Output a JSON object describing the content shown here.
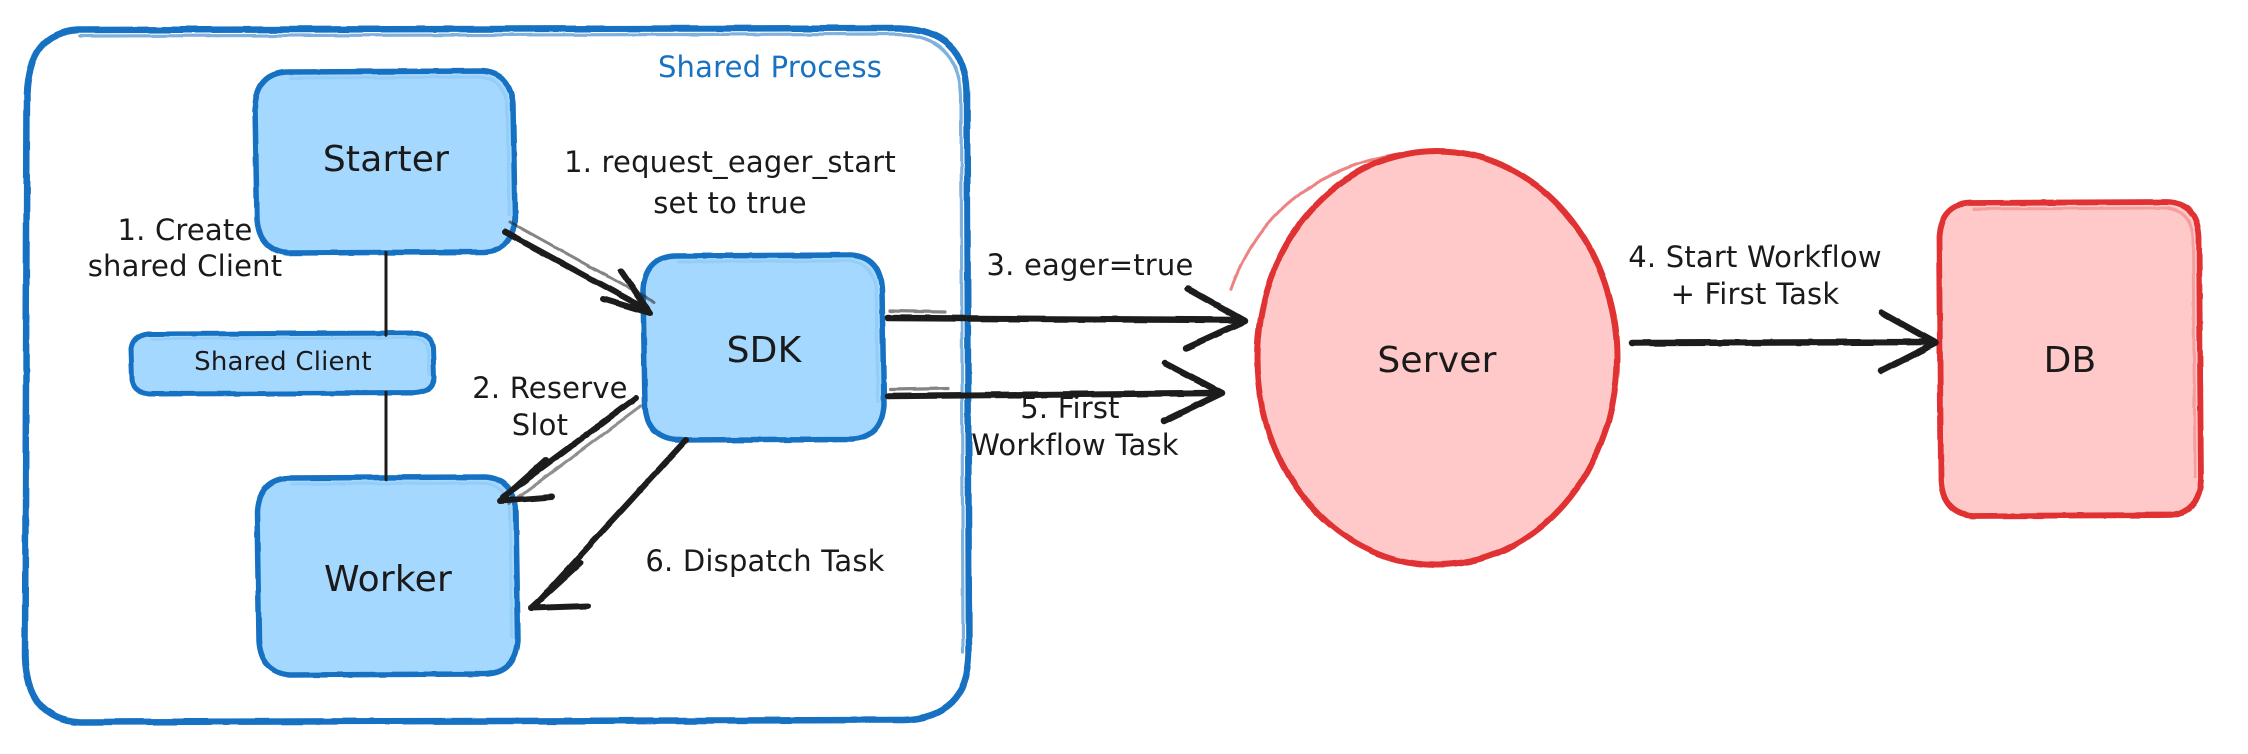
{
  "diagram": {
    "title": "Eager Workflow Start",
    "background": "#ffffff",
    "colors": {
      "blue_stroke": "#1971c2",
      "blue_fill": "#a5d8ff",
      "red_stroke": "#e03131",
      "red_fill": "#ffc9c9",
      "arrow": "#1e1e1e",
      "text": "#1a1a1a"
    }
  },
  "container": {
    "name": "shared-process",
    "title": "Shared Process",
    "stroke": "#1971c2"
  },
  "nodes": [
    {
      "id": "starter",
      "label": "Starter",
      "shape": "rounded-rect",
      "fill": "#a5d8ff",
      "stroke": "#1971c2"
    },
    {
      "id": "shared-client",
      "label": "Shared Client",
      "shape": "rounded-rect",
      "fill": "#a5d8ff",
      "stroke": "#1971c2"
    },
    {
      "id": "worker",
      "label": "Worker",
      "shape": "rounded-rect",
      "fill": "#a5d8ff",
      "stroke": "#1971c2"
    },
    {
      "id": "sdk",
      "label": "SDK",
      "shape": "rounded-rect",
      "fill": "#a5d8ff",
      "stroke": "#1971c2"
    },
    {
      "id": "server",
      "label": "Server",
      "shape": "ellipse",
      "fill": "#ffc9c9",
      "stroke": "#e03131"
    },
    {
      "id": "db",
      "label": "DB",
      "shape": "rounded-rect",
      "fill": "#ffc9c9",
      "stroke": "#e03131"
    }
  ],
  "edges": [
    {
      "id": "e-create",
      "from": "starter",
      "to": "worker",
      "label_line1": "1. Create",
      "label_line2": "shared Client",
      "arrow": false
    },
    {
      "id": "e-eager",
      "from": "starter",
      "to": "sdk",
      "label_line1": "1. request_eager_start",
      "label_line2": "set to true",
      "arrow": true
    },
    {
      "id": "e-reserve",
      "from": "sdk",
      "to": "worker",
      "label_line1": "2. Reserve",
      "label_line2": "Slot",
      "arrow": true
    },
    {
      "id": "e-eagertrue",
      "from": "sdk",
      "to": "server",
      "label_line1": "3. eager=true",
      "label_line2": "",
      "arrow": true
    },
    {
      "id": "e-start",
      "from": "server",
      "to": "db",
      "label_line1": "4. Start Workflow",
      "label_line2": "+ First Task",
      "arrow": true
    },
    {
      "id": "e-firsttask",
      "from": "server",
      "to": "sdk",
      "label_line1": "5. First",
      "label_line2": "Workflow Task",
      "arrow": true
    },
    {
      "id": "e-dispatch",
      "from": "sdk",
      "to": "worker",
      "label_line1": "6. Dispatch Task",
      "label_line2": "",
      "arrow": true
    }
  ],
  "labels": {
    "shared_process": "Shared Process",
    "starter": "Starter",
    "shared_client": "Shared Client",
    "worker": "Worker",
    "sdk": "SDK",
    "server": "Server",
    "db": "DB",
    "create_shared_client_1": "1. Create",
    "create_shared_client_2": "shared Client",
    "request_eager_start_1": "1. request_eager_start",
    "request_eager_start_2": "set to true",
    "reserve_slot_1": "2. Reserve",
    "reserve_slot_2": "Slot",
    "eager_true": "3. eager=true",
    "start_workflow_1": "4. Start Workflow",
    "start_workflow_2": "+ First Task",
    "first_workflow_task_1": "5. First",
    "first_workflow_task_2": "Workflow Task",
    "dispatch_task": "6. Dispatch Task"
  }
}
